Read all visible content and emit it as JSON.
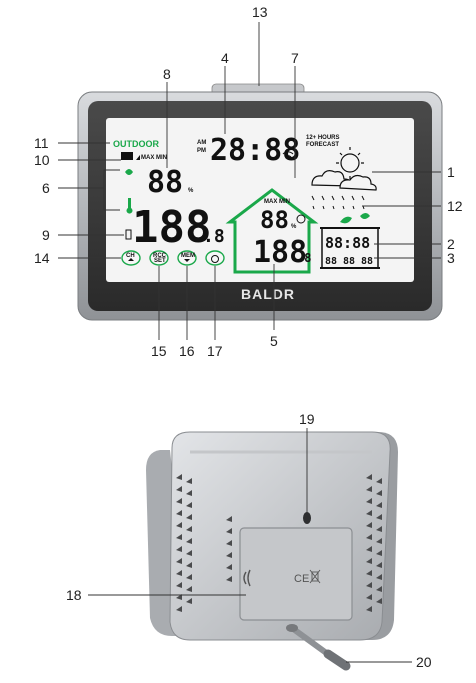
{
  "front": {
    "brand": "BALDR",
    "outdoor_label": "OUTDOOR",
    "time_digits": "28:88",
    "am": "AM",
    "pm": "PM",
    "forecast_label_1": "12+ HOURS",
    "forecast_label_2": "FORECAST",
    "max_min_label": "MAX  MIN",
    "outdoor_humidity": "88",
    "outdoor_temp": "188",
    "outdoor_temp_decimal": ".8",
    "indoor_max_min": "MAX MIN",
    "indoor_humidity": "88",
    "indoor_temp": "188",
    "indoor_temp_decimal": ".8",
    "date_digits": "88:88",
    "date_small_1": "88",
    "date_small_2": "88",
    "date_small_3": "88",
    "percent": "%",
    "buttons": {
      "ch": "CH",
      "rcc": "RCC",
      "set": "SET",
      "mem": "MEM"
    }
  },
  "back": {
    "ce_mark": "CE"
  },
  "callouts": {
    "c1": "1",
    "c2": "2",
    "c3": "3",
    "c4": "4",
    "c5": "5",
    "c6": "6",
    "c7": "7",
    "c8": "8",
    "c9": "9",
    "c10": "10",
    "c11": "11",
    "c12": "12",
    "c13": "13",
    "c14": "14",
    "c15": "15",
    "c16": "16",
    "c17": "17",
    "c18": "18",
    "c19": "19",
    "c20": "20"
  },
  "colors": {
    "accent_green": "#1aa84a",
    "bezel": "#3a3a3a",
    "frame": "#b9bcc0",
    "lcd": "#f4f4f4"
  }
}
